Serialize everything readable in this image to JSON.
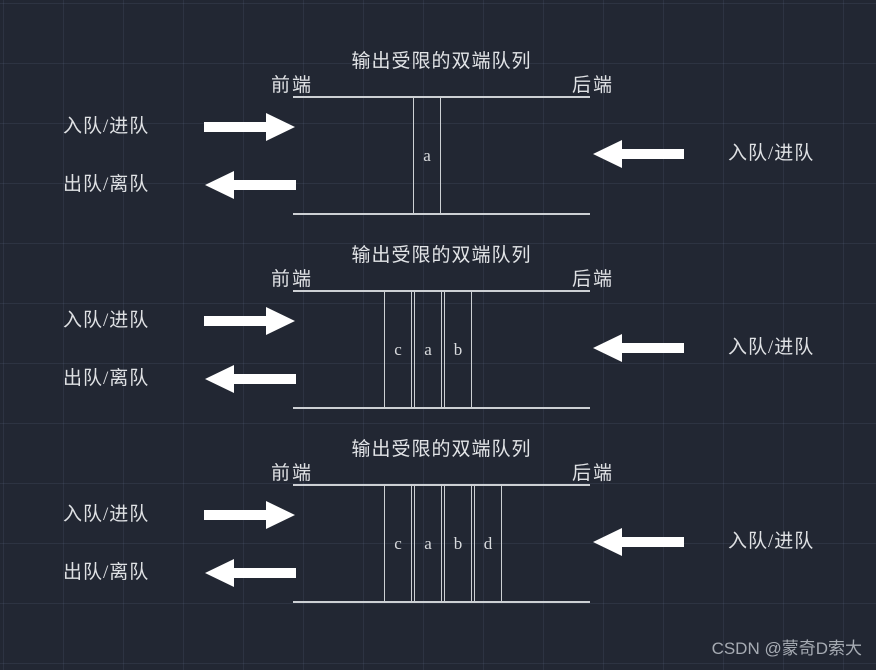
{
  "page": {
    "watermark": "CSDN @蒙奇D索大"
  },
  "diagrams": [
    {
      "title": "输出受限的双端队列",
      "front_label": "前端",
      "back_label": "后端",
      "enqueue_label": "入队/进队",
      "dequeue_label": "出队/离队",
      "rear_enqueue_label": "入队/进队",
      "cells": [
        "a"
      ]
    },
    {
      "title": "输出受限的双端队列",
      "front_label": "前端",
      "back_label": "后端",
      "enqueue_label": "入队/进队",
      "dequeue_label": "出队/离队",
      "rear_enqueue_label": "入队/进队",
      "cells": [
        "c",
        "a",
        "b"
      ]
    },
    {
      "title": "输出受限的双端队列",
      "front_label": "前端",
      "back_label": "后端",
      "enqueue_label": "入队/进队",
      "dequeue_label": "出队/离队",
      "rear_enqueue_label": "入队/进队",
      "cells": [
        "c",
        "a",
        "b",
        "d"
      ]
    }
  ]
}
